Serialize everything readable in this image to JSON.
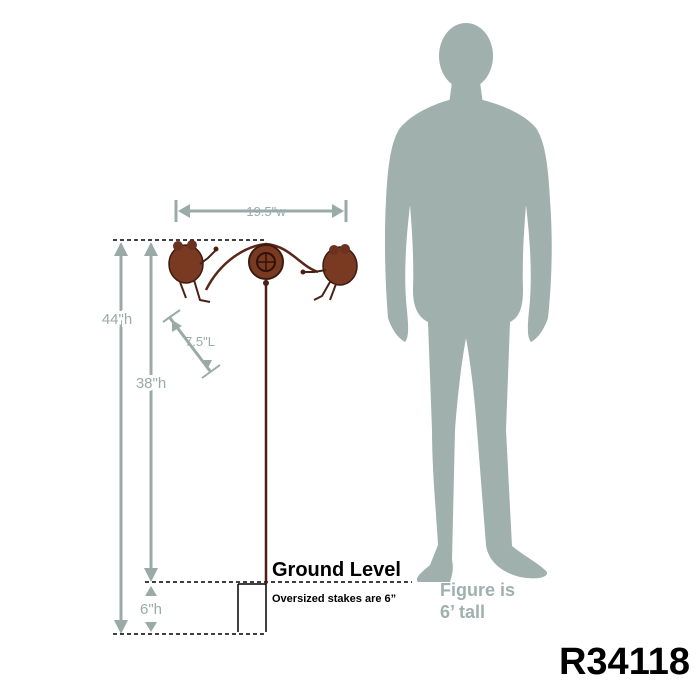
{
  "product": {
    "sku": "R34118"
  },
  "dimensions": {
    "width": "19.5\"w",
    "length": "7.5\"L",
    "total_height": "44\"h",
    "above_ground_height": "38\"h",
    "stake_depth": "6\"h"
  },
  "ground": {
    "label": "Ground Level",
    "note": "Oversized stakes are 6”"
  },
  "figure": {
    "caption_line1": "Figure is",
    "caption_line2": "6’ tall"
  },
  "colors": {
    "dimension_gray": "#9aaba7",
    "silhouette": "#9fb0ad",
    "rust": "#7a3a22",
    "rust_dark": "#4a2014",
    "ink": "#000000"
  }
}
